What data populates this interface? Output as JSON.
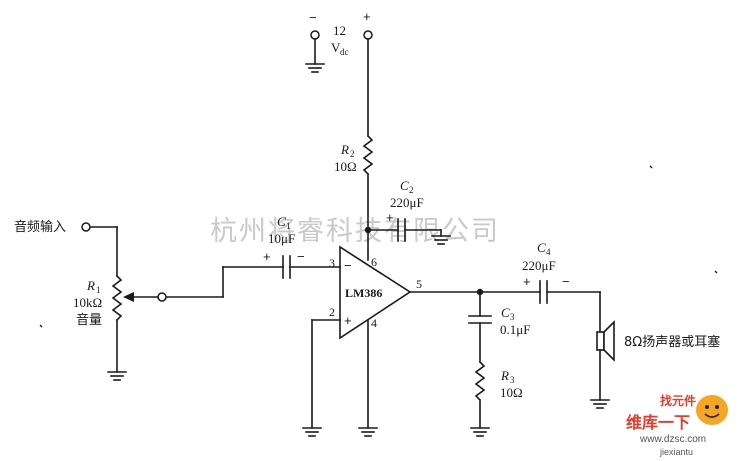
{
  "supply": {
    "voltage": "12",
    "unit_main": "V",
    "unit_sub": "dc",
    "neg_sign": "−",
    "pos_sign": "+"
  },
  "r1": {
    "ref_main": "R",
    "ref_sub": "1",
    "value": "10kΩ",
    "name": "音量"
  },
  "r2": {
    "ref_main": "R",
    "ref_sub": "2",
    "value": "10Ω"
  },
  "r3": {
    "ref_main": "R",
    "ref_sub": "3",
    "value": "10Ω"
  },
  "c1": {
    "ref_main": "C",
    "ref_sub": "1",
    "value": "10μF",
    "pos": "+",
    "neg": "−"
  },
  "c2": {
    "ref_main": "C",
    "ref_sub": "2",
    "value": "220μF",
    "pos": "+"
  },
  "c3": {
    "ref_main": "C",
    "ref_sub": "3",
    "value": "0.1μF"
  },
  "c4": {
    "ref_main": "C",
    "ref_sub": "4",
    "value": "220μF",
    "pos": "+",
    "neg": "−"
  },
  "ic": {
    "name": "LM386",
    "pins": {
      "p2": "2",
      "p3": "3",
      "p4": "4",
      "p5": "5",
      "p6": "6"
    },
    "inv": "−",
    "noninv": "+"
  },
  "input_label": "音频输入",
  "speaker_label": "8Ω扬声器或耳塞",
  "watermark": {
    "text": "杭州将睿科技有限公司",
    "logo": "维库一下",
    "logo_top": "找元件",
    "url1": "www.dzsc.com",
    "url2": "jiexiantu"
  }
}
